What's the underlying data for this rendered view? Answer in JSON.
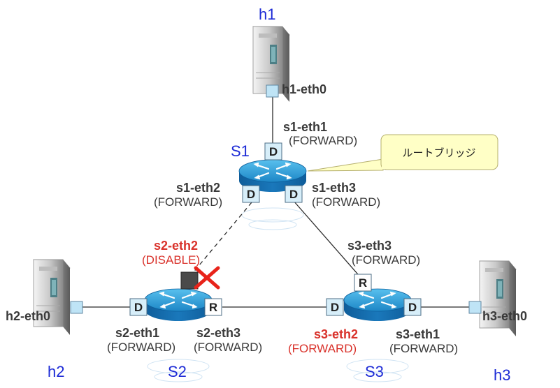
{
  "colors": {
    "host_label": "#1d2bd6",
    "disabled": "#d9322b",
    "router_top": "#2a9fd8",
    "router_side": "#1467a8",
    "callout_fill": "#ffffc6"
  },
  "hosts": {
    "h1": {
      "name": "h1",
      "iface": "h1-eth0"
    },
    "h2": {
      "name": "h2",
      "iface": "h2-eth0"
    },
    "h3": {
      "name": "h3",
      "iface": "h3-eth0"
    }
  },
  "switches": {
    "s1": {
      "name": "S1",
      "eth1": {
        "name": "s1-eth1",
        "state": "(FORWARD)",
        "role": "D"
      },
      "eth2": {
        "name": "s1-eth2",
        "state": "(FORWARD)",
        "role": "D"
      },
      "eth3": {
        "name": "s1-eth3",
        "state": "(FORWARD)",
        "role": "D"
      }
    },
    "s2": {
      "name": "S2",
      "eth1": {
        "name": "s2-eth1",
        "state": "(FORWARD)",
        "role": "D"
      },
      "eth2": {
        "name": "s2-eth2",
        "state": "(DISABLE)"
      },
      "eth3": {
        "name": "s2-eth3",
        "state": "(FORWARD)",
        "role": "R"
      }
    },
    "s3": {
      "name": "S3",
      "eth1": {
        "name": "s3-eth1",
        "state": "(FORWARD)",
        "role": "D"
      },
      "eth2": {
        "name": "s3-eth2",
        "state": "(FORWARD)",
        "role": "D"
      },
      "eth3": {
        "name": "s3-eth3",
        "state": "(FORWARD)",
        "role": "R"
      }
    }
  },
  "callout": {
    "text": "ルートブリッジ"
  }
}
